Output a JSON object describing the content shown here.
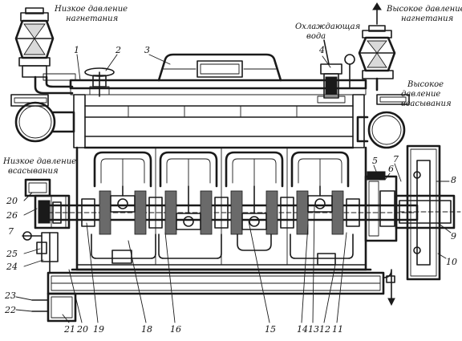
{
  "captions": {
    "low_discharge": [
      "Низкое давление",
      "нагнетания"
    ],
    "high_discharge": [
      "Высокое давление",
      "нагнетания"
    ],
    "cooling_water": [
      "Охлаждающая",
      "вода"
    ],
    "high_suction": [
      "Высокое",
      "давление",
      "всасывания"
    ],
    "low_suction": [
      "Низкое давление",
      "всасывания"
    ]
  },
  "callouts": {
    "top": [
      "1",
      "2",
      "3",
      "4"
    ],
    "right": [
      "5",
      "6",
      "7",
      "8",
      "9",
      "10"
    ],
    "left": [
      "20",
      "26",
      "7",
      "25",
      "24",
      "23",
      "22"
    ],
    "bottom": [
      "21",
      "20",
      "19",
      "18",
      "16",
      "15",
      "14",
      "13",
      "12",
      "11"
    ]
  }
}
